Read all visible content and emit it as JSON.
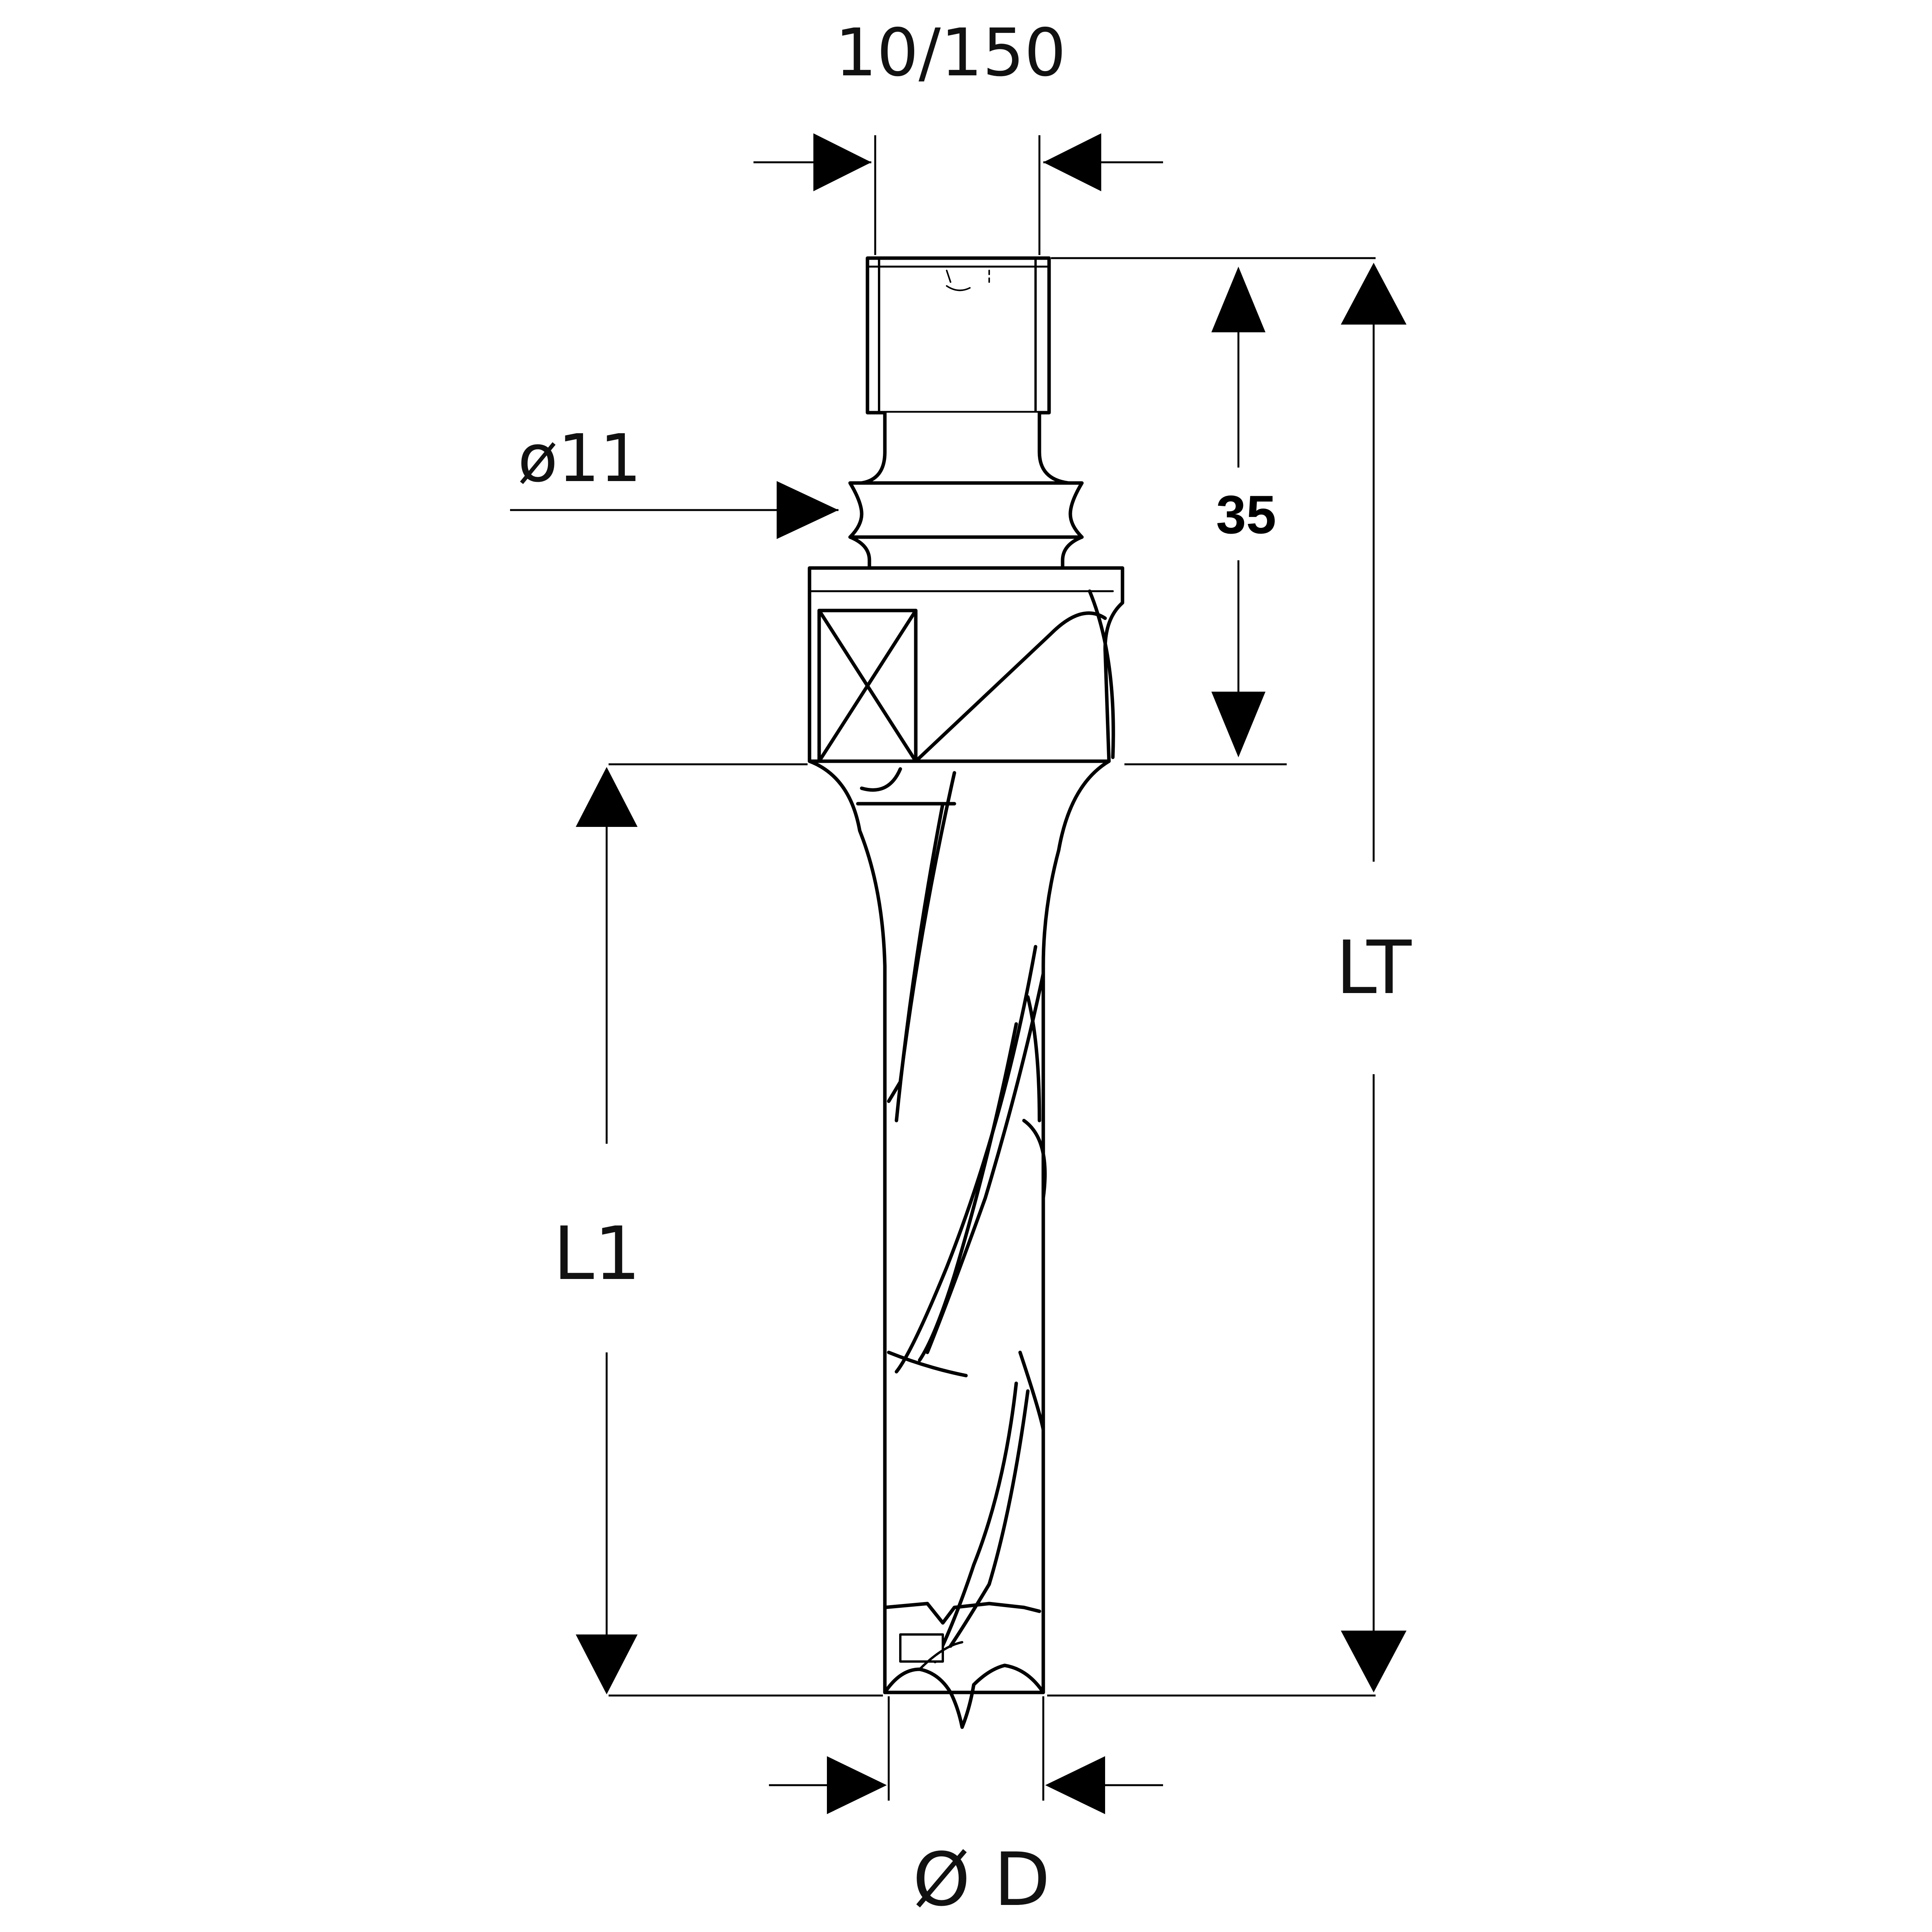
{
  "diagram": {
    "labels": {
      "thread": "10/150",
      "collar_diameter": "ø11",
      "shank_length": "35",
      "total_length": "LT",
      "working_length": "L1",
      "cutting_diameter": "Ø D"
    },
    "colors": {
      "line": "#000000",
      "background": "#ffffff"
    }
  }
}
